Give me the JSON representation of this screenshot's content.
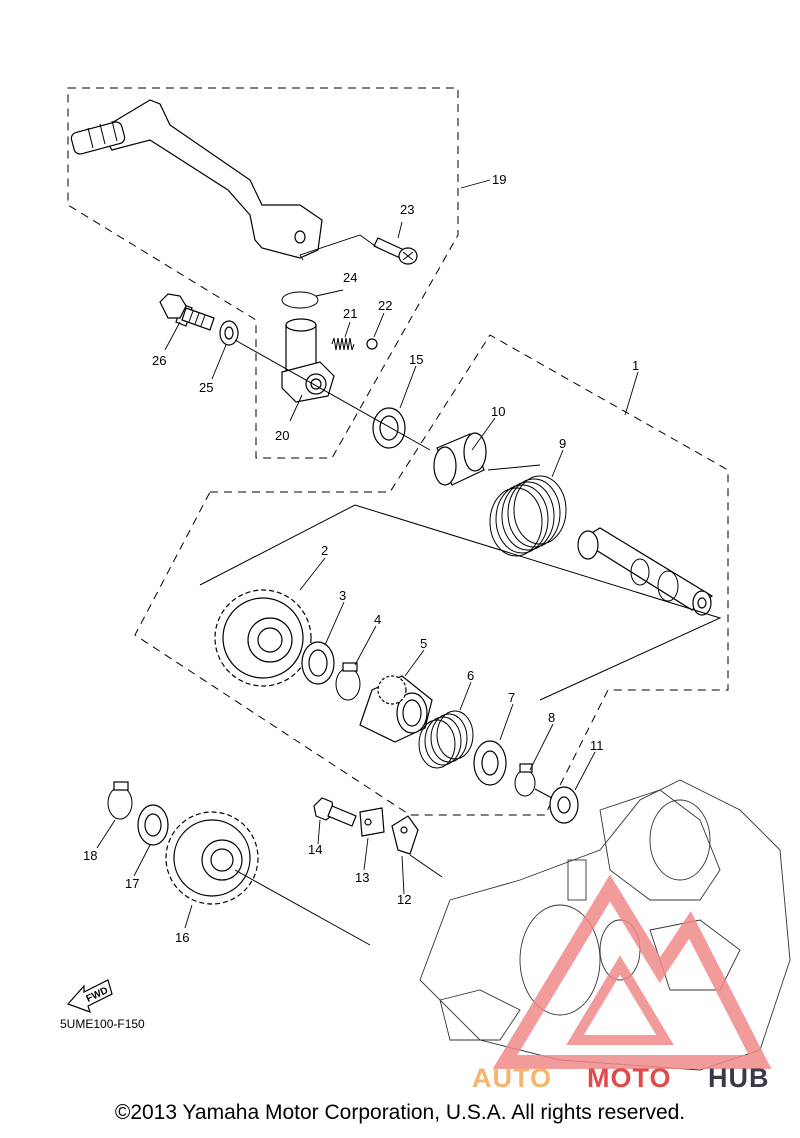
{
  "diagram_code": "5UME100-F150",
  "copyright": "©2013 Yamaha Motor Corporation, U.S.A. All rights reserved.",
  "fwd_label": "FWD",
  "watermark": {
    "brand_part1": "AUTO",
    "brand_part2": "MOTO",
    "brand_part3": "HUB",
    "color_orange": "#f6b46c",
    "color_red": "#e04a4a",
    "color_dark": "#3a3a4a"
  },
  "callouts": [
    "1",
    "2",
    "3",
    "4",
    "5",
    "6",
    "7",
    "8",
    "9",
    "10",
    "11",
    "12",
    "13",
    "14",
    "15",
    "16",
    "17",
    "18",
    "19",
    "20",
    "21",
    "22",
    "23",
    "24",
    "25",
    "26"
  ]
}
